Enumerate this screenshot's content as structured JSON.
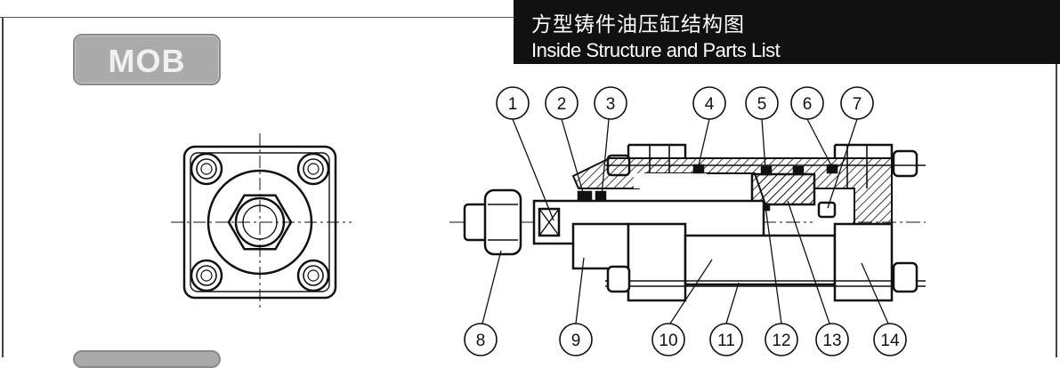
{
  "header": {
    "title_cn": "方型铸件油压缸结构图",
    "title_en": "Inside Structure and Parts List"
  },
  "model": {
    "label": "MOB"
  },
  "callouts": {
    "top": [
      "1",
      "2",
      "3",
      "4",
      "5",
      "6",
      "7"
    ],
    "bottom": [
      "8",
      "9",
      "10",
      "11",
      "12",
      "13",
      "14"
    ]
  },
  "colors": {
    "header_bg": "#111111",
    "badge_bg": "#aaaaaa",
    "line": "#111111"
  }
}
